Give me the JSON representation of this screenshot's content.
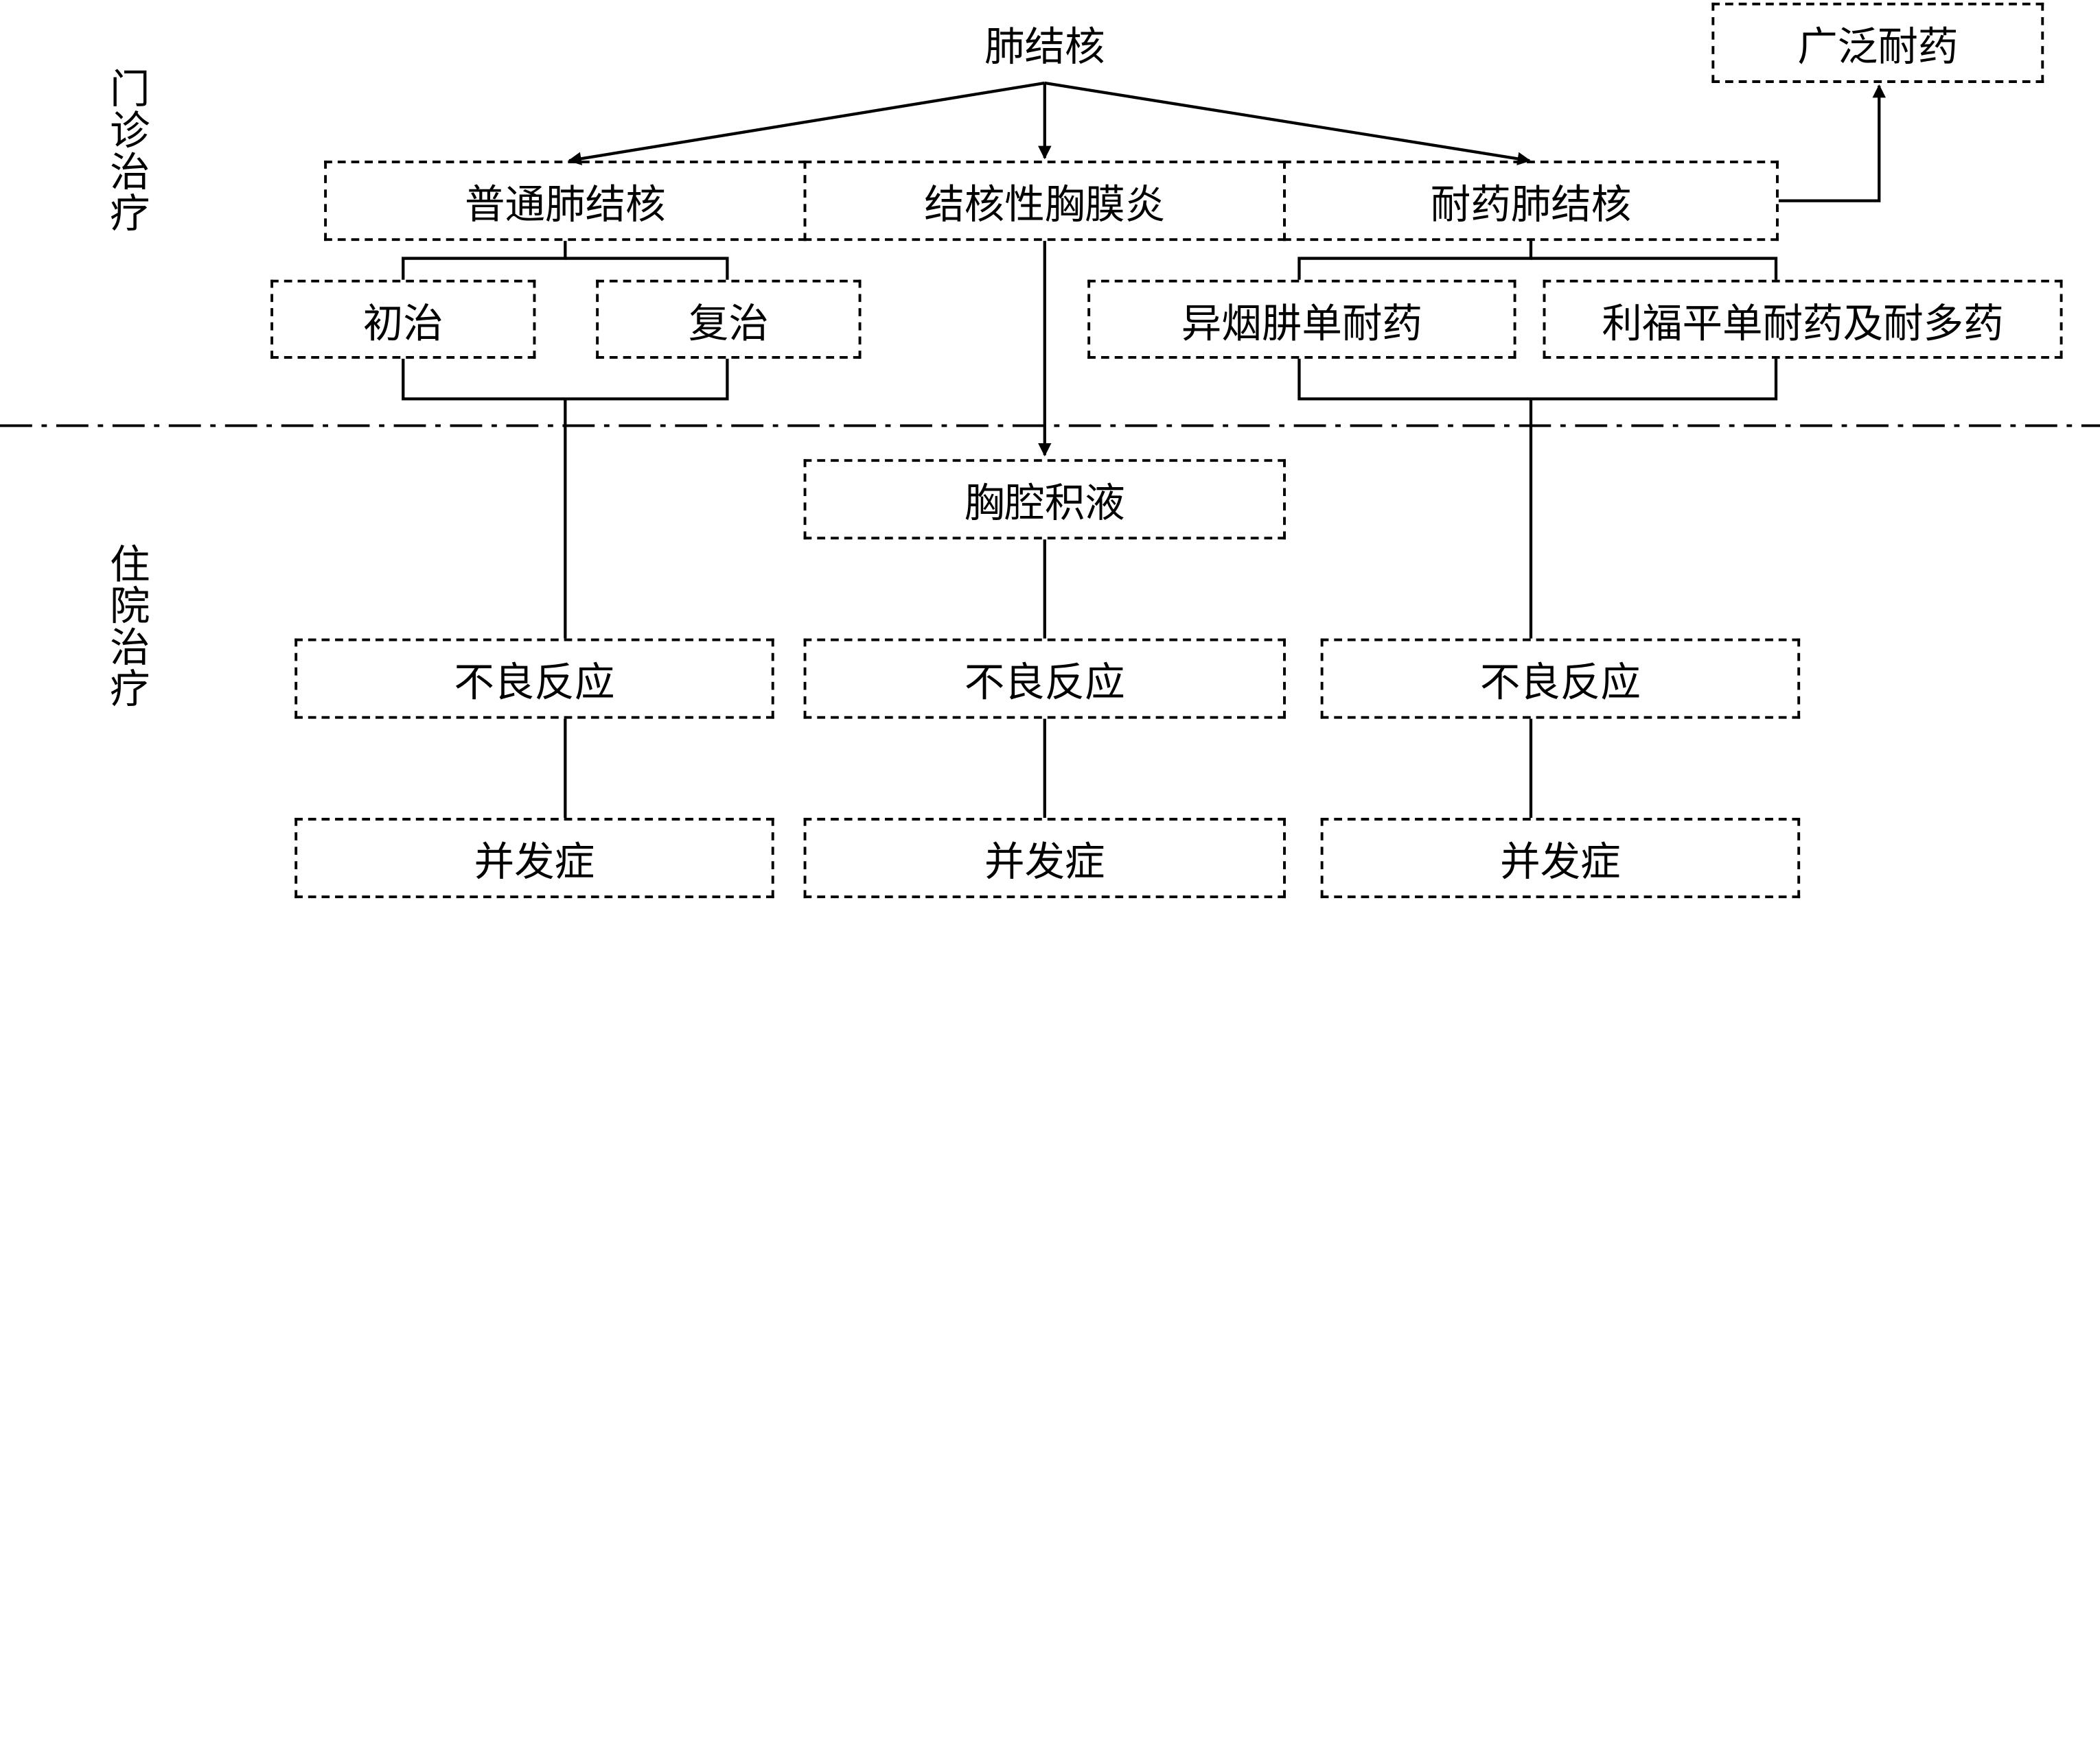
{
  "root": "肺结核",
  "sections": {
    "outpatient": "门诊治疗",
    "inpatient": "住院治疗"
  },
  "categories": {
    "ordinary": "普通肺结核",
    "pleurisy": "结核性胸膜炎",
    "resistant": "耐药肺结核"
  },
  "xdr": "广泛耐药",
  "ordinary_sub": {
    "initial": "初治",
    "retreat": "复治"
  },
  "resistant_sub": {
    "inh": "异烟肼单耐药",
    "rif": "利福平单耐药及耐多药"
  },
  "pleural_effusion": "胸腔积液",
  "outcomes": {
    "left_adverse": "不良反应",
    "left_complication": "并发症",
    "mid_adverse": "不良反应",
    "mid_complication": "并发症",
    "right_adverse": "不良反应",
    "right_complication": "并发症"
  }
}
